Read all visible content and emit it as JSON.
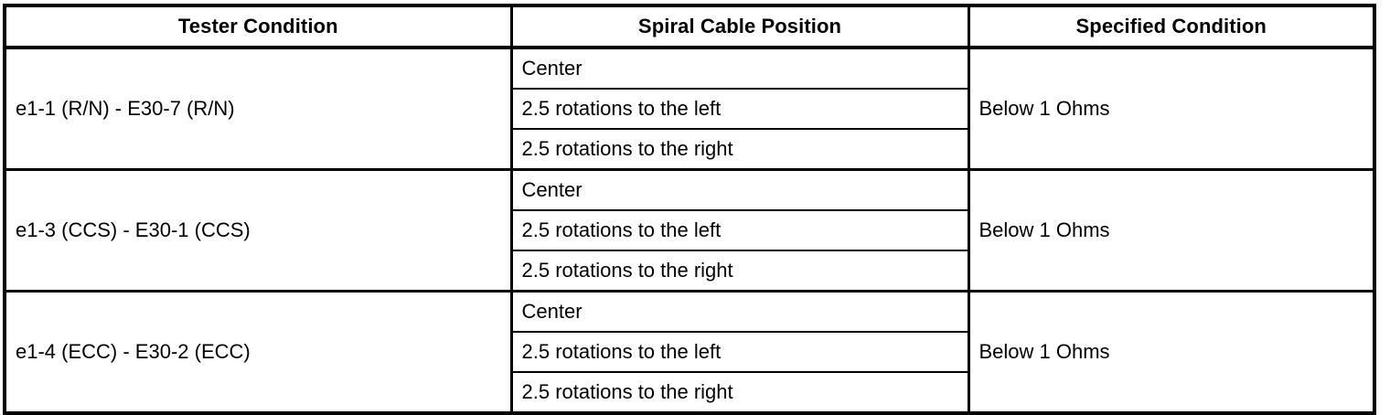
{
  "table": {
    "columns": [
      {
        "key": "tester_condition",
        "label": "Tester Condition",
        "align": "center"
      },
      {
        "key": "spiral_cable_position",
        "label": "Spiral Cable Position",
        "align": "center"
      },
      {
        "key": "specified_condition",
        "label": "Specified Condition",
        "align": "center"
      }
    ],
    "groups": [
      {
        "tester_condition": "e1-1 (R/N) - E30-7 (R/N)",
        "specified_condition": "Below 1 Ohms",
        "positions": [
          "Center",
          "2.5 rotations to the left",
          "2.5 rotations to the right"
        ]
      },
      {
        "tester_condition": "e1-3 (CCS) - E30-1 (CCS)",
        "specified_condition": "Below 1 Ohms",
        "positions": [
          "Center",
          "2.5 rotations to the left",
          "2.5 rotations to the right"
        ]
      },
      {
        "tester_condition": "e1-4 (ECC) - E30-2 (ECC)",
        "specified_condition": "Below 1 Ohms",
        "positions": [
          "Center",
          "2.5 rotations to the left",
          "2.5 rotations to the right"
        ]
      }
    ]
  },
  "colors": {
    "border": "#000000",
    "text": "#000000",
    "background": "#ffffff"
  }
}
